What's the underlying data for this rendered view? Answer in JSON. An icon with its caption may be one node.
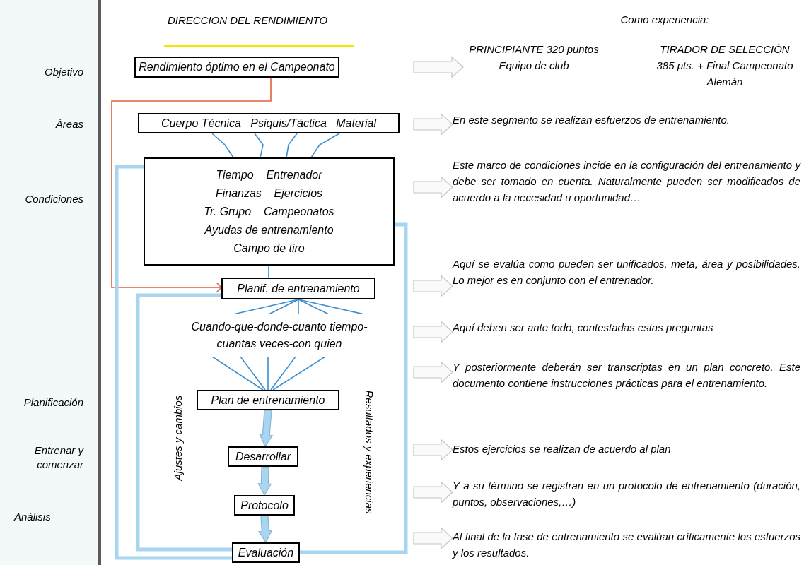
{
  "diagram": {
    "title": "DIRECCION DEL RENDIMIENTO",
    "nodes": [
      {
        "text": [
          "Rendimiento óptimo en el Campeonato"
        ]
      },
      {
        "text": [
          "Cuerpo Técnica   Psiquis/Táctica   Material"
        ]
      },
      {
        "text": [
          "Tiempo    Entrenador",
          "Finanzas    Ejercicios",
          "Tr. Grupo    Campeonatos",
          "Ayudas de entrenamiento",
          "Campo de tiro"
        ]
      },
      {
        "text": [
          "Planif. de entrenamiento"
        ]
      },
      {
        "text": [
          "Cuando-que-donde-cuanto tiempo-cuantas veces-con quien"
        ]
      },
      {
        "text": [
          "Plan de entrenamiento"
        ]
      },
      {
        "text": [
          "Desarrollar"
        ]
      },
      {
        "text": [
          "Protocolo"
        ]
      },
      {
        "text": [
          "Evaluación"
        ]
      },
      {
        "text": [
          "PRINCIPIANTE 320 puntos Equipo de club",
          "TIRADOR DE SELECCIÓN 385 pts. + Final Campeonato Alemán"
        ]
      },
      {
        "text": [
          "En este segmento se realizan esfuerzos de entrenamiento."
        ]
      },
      {
        "text": [
          "Este marco de condiciones incide en la configuración del entrenamiento y debe ser tomado en cuenta. Naturalmente pueden ser modificados de acuerdo a la necesidad u oportunidad…"
        ]
      },
      {
        "text": [
          "Aquí se evalúa como pueden ser unificados, meta, área y posibilidades. Lo mejor es en conjunto con el entrenador."
        ]
      },
      {
        "text": [
          "Aquí deben ser ante todo, contestadas estas preguntas"
        ]
      },
      {
        "text": [
          "Y posteriormente deberán ser transcriptas en un plan concreto. Este documento contiene instrucciones prácticas para el entrenamiento."
        ]
      },
      {
        "text": [
          "Estos ejercicios se realizan de acuerdo al plan"
        ]
      },
      {
        "text": [
          "Y a su término se registran en un protocolo de entrenamiento (duración, puntos, observaciones,…)"
        ]
      },
      {
        "text": [
          "Al final de la fase de entrenamiento se evalúan críticamente los esfuerzos y los resultados."
        ]
      }
    ],
    "edges": [
      {
        "from": 0,
        "to": 3,
        "arrow": "to",
        "color": "#e0603e"
      },
      {
        "from": 1,
        "to": 2,
        "arrow": "none"
      },
      {
        "from": 1,
        "to": 2,
        "arrow": "none"
      },
      {
        "from": 1,
        "to": 2,
        "arrow": "none"
      },
      {
        "from": 1,
        "to": 2,
        "arrow": "none"
      },
      {
        "from": 2,
        "to": 3,
        "arrow": "none"
      },
      {
        "from": 3,
        "to": 4,
        "arrow": "none"
      },
      {
        "from": 3,
        "to": 4,
        "arrow": "none"
      },
      {
        "from": 3,
        "to": 4,
        "arrow": "none"
      },
      {
        "from": 3,
        "to": 4,
        "arrow": "none"
      },
      {
        "from": 3,
        "to": 4,
        "arrow": "none"
      },
      {
        "from": 4,
        "to": 5,
        "arrow": "none"
      },
      {
        "from": 4,
        "to": 5,
        "arrow": "none"
      },
      {
        "from": 4,
        "to": 5,
        "arrow": "none"
      },
      {
        "from": 4,
        "to": 5,
        "arrow": "none"
      },
      {
        "from": 4,
        "to": 5,
        "arrow": "none"
      },
      {
        "from": 5,
        "to": 6,
        "arrow": "to",
        "style": "thick",
        "color": "#a8d5ef"
      },
      {
        "from": 6,
        "to": 7,
        "arrow": "to",
        "style": "thick",
        "color": "#a8d5ef"
      },
      {
        "from": 7,
        "to": 8,
        "arrow": "to",
        "style": "thick",
        "color": "#a8d5ef"
      },
      {
        "from": 8,
        "to": 2,
        "arrow": "none",
        "style": "thick",
        "color": "#a8d5ef"
      },
      {
        "from": 8,
        "to": 3,
        "arrow": "none",
        "style": "thick",
        "color": "#a8d5ef"
      },
      {
        "from": 2,
        "to": 8,
        "arrow": "to",
        "style": "thick",
        "color": "#a8d5ef"
      },
      {
        "from": null,
        "to": 9,
        "arrow": "to",
        "style": "thick",
        "color": "#c4c4c4"
      },
      {
        "from": null,
        "to": 10,
        "arrow": "to",
        "style": "thick",
        "color": "#c4c4c4"
      },
      {
        "from": null,
        "to": 11,
        "arrow": "to",
        "style": "thick",
        "color": "#c4c4c4"
      },
      {
        "from": null,
        "to": 12,
        "arrow": "to",
        "style": "thick",
        "color": "#c4c4c4"
      },
      {
        "from": null,
        "to": 13,
        "arrow": "to",
        "style": "thick",
        "color": "#c4c4c4"
      },
      {
        "from": null,
        "to": 14,
        "arrow": "to",
        "style": "thick",
        "color": "#c4c4c4"
      },
      {
        "from": null,
        "to": 15,
        "arrow": "to",
        "style": "thick",
        "color": "#c4c4c4"
      },
      {
        "from": null,
        "to": 16,
        "arrow": "to",
        "style": "thick",
        "color": "#c4c4c4"
      },
      {
        "from": null,
        "to": 17,
        "arrow": "to",
        "style": "thick",
        "color": "#c4c4c4"
      }
    ],
    "labels": [
      "Como experiencia:",
      "Objetivo",
      "Áreas",
      "Condiciones",
      "Ajustes y cambios",
      "Resultados y experiencias",
      "Planificación",
      "Entrenar y comenzar",
      "Análisis"
    ]
  }
}
